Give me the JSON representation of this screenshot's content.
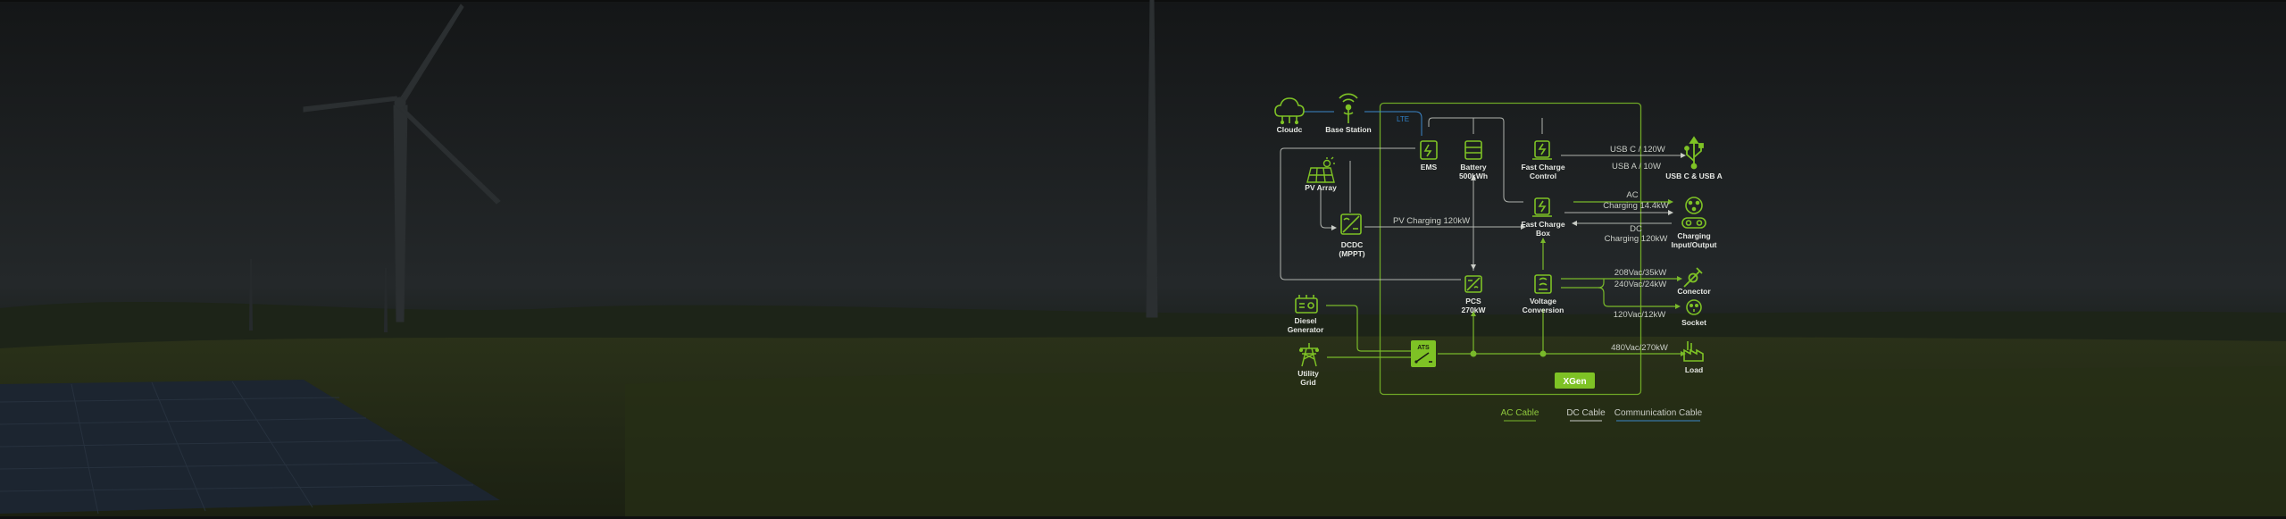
{
  "colors": {
    "accent": "#7ec225",
    "ac_line": "#79b92a",
    "dc_line": "#c9ccc6",
    "comm_line": "#3b86c9",
    "frame": "#6ea626"
  },
  "nodes": {
    "cloudc": "Cloudc",
    "base_station": "Base Station",
    "pv_array": "PV Array",
    "dcdc": [
      "DCDC",
      "(MPPT)"
    ],
    "ems": "EMS",
    "battery": [
      "Battery",
      "500kWh"
    ],
    "fast_charge_control": [
      "Fast Charge",
      "Control"
    ],
    "fast_charge_box": [
      "Fast Charge",
      "Box"
    ],
    "pcs": [
      "PCS",
      "270kW"
    ],
    "voltage_conversion": [
      "Voltage",
      "Conversion"
    ],
    "diesel_generator": [
      "Diesel",
      "Generator"
    ],
    "utility_grid": [
      "Utility",
      "Grid"
    ],
    "ats": "ATS",
    "usb": "USB C & USB A",
    "charging_io": [
      "Charging",
      "Input/Output"
    ],
    "conector": "Conector",
    "socket": "Socket",
    "load": "Load"
  },
  "edge_labels": {
    "lte": "LTE",
    "usb_c": "USB C / 120W",
    "usb_a": "USB A / 10W",
    "ac_charging": [
      "AC",
      "Charging 14.4kW"
    ],
    "dc_charging": [
      "DC",
      "Charging 120kW"
    ],
    "pv_charging": "PV Charging 120kW",
    "v208": "208Vac/35kW",
    "v240": "240Vac/24kW",
    "v120": "120Vac/12kW",
    "v480": "480Vac/270kW"
  },
  "badge": "XGen",
  "legend": {
    "ac": "AC Cable",
    "dc": "DC Cable",
    "comm": "Communication Cable"
  },
  "icons": {
    "cloudc": "cloud-icon",
    "base_station": "antenna-icon",
    "pv_array": "solar-panel-icon",
    "dcdc": "converter-icon",
    "ems": "ems-icon",
    "battery": "battery-icon",
    "fast_charge_control": "charger-icon",
    "fast_charge_box": "charger-icon",
    "pcs": "pcs-icon",
    "voltage_conversion": "transformer-icon",
    "diesel_generator": "generator-icon",
    "utility_grid": "power-tower-icon",
    "ats": "switch-icon",
    "usb": "usb-icon",
    "charging_io": "ev-plug-icon",
    "conector": "plug-icon",
    "socket": "socket-icon",
    "load": "factory-icon"
  }
}
